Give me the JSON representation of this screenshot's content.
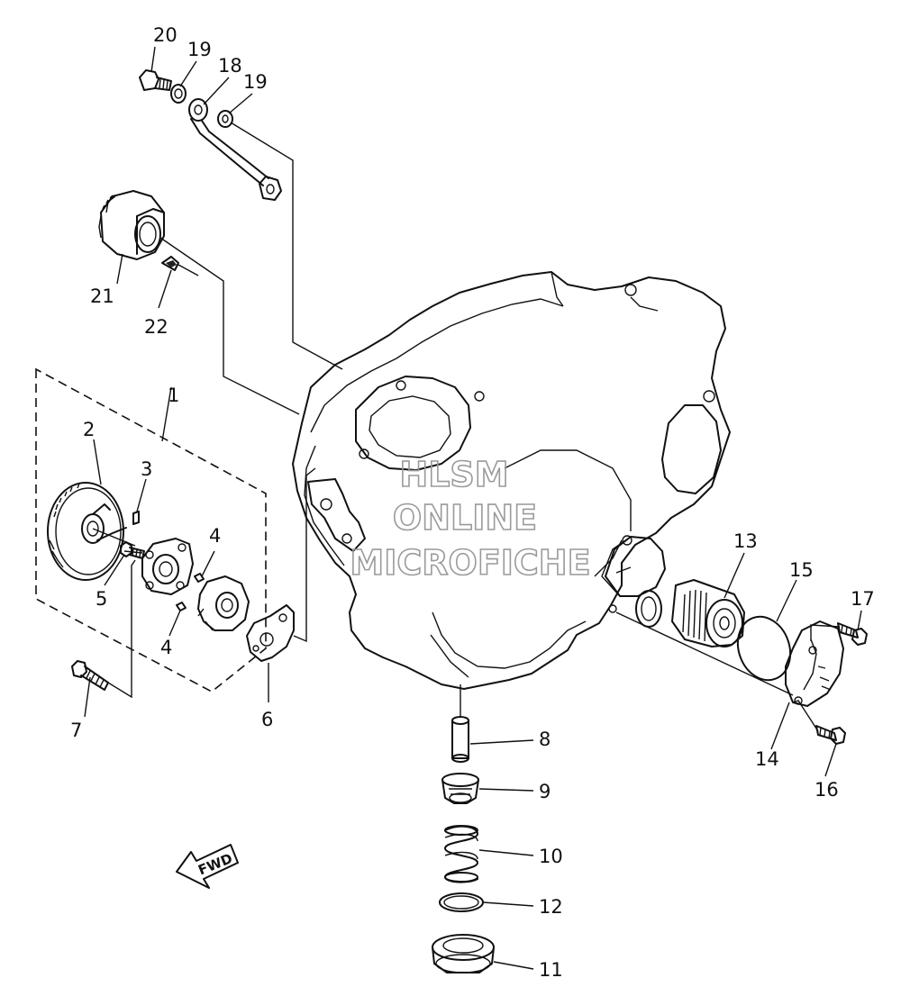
{
  "watermark": {
    "line1": "HLSM",
    "line2": "ONLINE",
    "line3": "MICROFICHE"
  },
  "direction_arrow": "FWD",
  "callouts": [
    {
      "id": "c20",
      "label": "20"
    },
    {
      "id": "c19a",
      "label": "19"
    },
    {
      "id": "c18",
      "label": "18"
    },
    {
      "id": "c19b",
      "label": "19"
    },
    {
      "id": "c21",
      "label": "21"
    },
    {
      "id": "c22",
      "label": "22"
    },
    {
      "id": "c1",
      "label": "1"
    },
    {
      "id": "c2",
      "label": "2"
    },
    {
      "id": "c3",
      "label": "3"
    },
    {
      "id": "c4a",
      "label": "4"
    },
    {
      "id": "c5",
      "label": "5"
    },
    {
      "id": "c4b",
      "label": "4"
    },
    {
      "id": "c6",
      "label": "6"
    },
    {
      "id": "c7",
      "label": "7"
    },
    {
      "id": "c8",
      "label": "8"
    },
    {
      "id": "c9",
      "label": "9"
    },
    {
      "id": "c10",
      "label": "10"
    },
    {
      "id": "c12",
      "label": "12"
    },
    {
      "id": "c11",
      "label": "11"
    },
    {
      "id": "c13",
      "label": "13"
    },
    {
      "id": "c15",
      "label": "15"
    },
    {
      "id": "c17",
      "label": "17"
    },
    {
      "id": "c14",
      "label": "14"
    },
    {
      "id": "c16",
      "label": "16"
    }
  ]
}
